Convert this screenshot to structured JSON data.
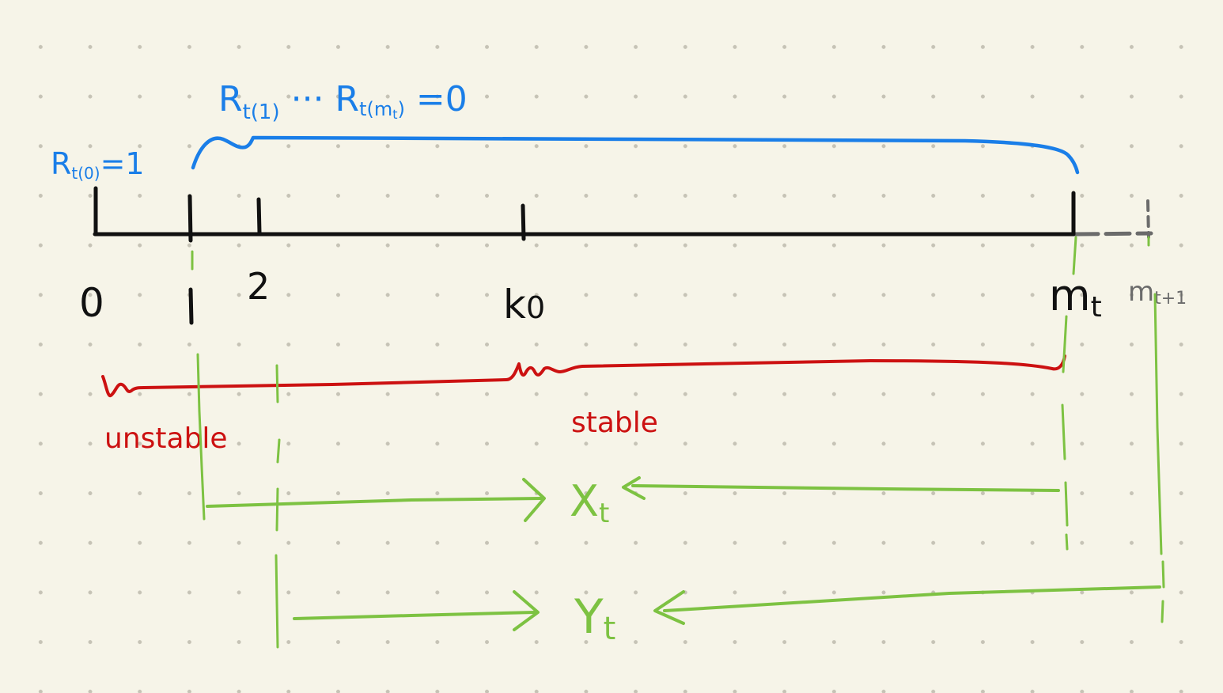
{
  "colors": {
    "background": "#f6f4e8",
    "axis": "#111111",
    "extension": "#6b6b6b",
    "blue": "#1a7ee8",
    "red": "#cc1111",
    "green": "#7dc242"
  },
  "axis": {
    "tick_0": "0",
    "tick_1": "1",
    "tick_2": "2",
    "tick_k0": "k",
    "tick_k0_sub": "0",
    "tick_mt": "m",
    "tick_mt_sub": "t",
    "tick_mt1": "m",
    "tick_mt1_sub": "t+1"
  },
  "blue": {
    "left_label": "R",
    "left_label_sub": "t(0)",
    "left_label_rest": "=1",
    "top_label_a": "R",
    "top_label_a_sub": "t(1)",
    "top_label_mid": " ··· R",
    "top_label_b_sub": "t(m",
    "top_label_b_subsub": "t",
    "top_label_b_close": ")",
    "top_label_rest": " =0"
  },
  "red": {
    "unstable_label": "unstable",
    "stable_label": "stable"
  },
  "green": {
    "x_label": "X",
    "x_label_sub": "t",
    "y_label": "Y",
    "y_label_sub": "t"
  }
}
